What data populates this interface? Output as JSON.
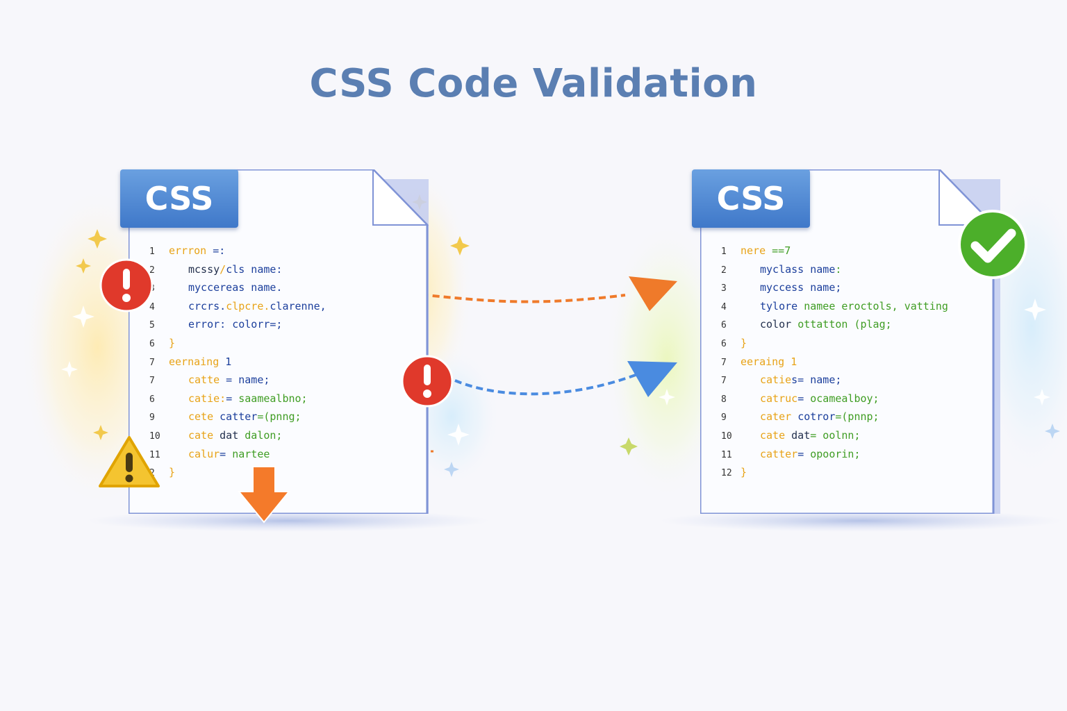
{
  "title": "CSS Code Validation",
  "colors": {
    "title": "#5b7fb2",
    "badge": "#4a84d0",
    "error": "#e0392b",
    "warning": "#f4c430",
    "success": "#4caf2a",
    "arrow_error": "#ef7a2a",
    "arrow_fix": "#4a8be0"
  },
  "before": {
    "badge": "CSS",
    "lines": [
      {
        "n": "1",
        "indent": 0,
        "segs": [
          {
            "t": "errron ",
            "c": "orange"
          },
          {
            "t": "=:",
            "c": "blue"
          }
        ]
      },
      {
        "n": "2",
        "indent": 1,
        "segs": [
          {
            "t": "mcssy",
            "c": "dark"
          },
          {
            "t": "/",
            "c": "orange"
          },
          {
            "t": "cls name:",
            "c": "blue"
          }
        ]
      },
      {
        "n": "3",
        "indent": 1,
        "segs": [
          {
            "t": "myccereas name.",
            "c": "blue"
          }
        ]
      },
      {
        "n": "4",
        "indent": 1,
        "segs": [
          {
            "t": "crcrs.",
            "c": "blue"
          },
          {
            "t": "clpcre.",
            "c": "orange"
          },
          {
            "t": "clarenne,",
            "c": "blue"
          }
        ]
      },
      {
        "n": "5",
        "indent": 1,
        "segs": [
          {
            "t": "error: ",
            "c": "blue"
          },
          {
            "t": "colorr=;",
            "c": "blue"
          }
        ]
      },
      {
        "n": "6",
        "indent": 0,
        "segs": [
          {
            "t": "}",
            "c": "orange"
          }
        ]
      },
      {
        "n": "7",
        "indent": 0,
        "segs": [
          {
            "t": "eernaing ",
            "c": "orange"
          },
          {
            "t": "1",
            "c": "blue"
          }
        ]
      },
      {
        "n": "7",
        "indent": 1,
        "segs": [
          {
            "t": "catte",
            "c": "orange"
          },
          {
            "t": " = ",
            "c": "blue"
          },
          {
            "t": "name;",
            "c": "blue"
          }
        ]
      },
      {
        "n": "6",
        "indent": 1,
        "segs": [
          {
            "t": "catie:",
            "c": "orange"
          },
          {
            "t": "= ",
            "c": "blue"
          },
          {
            "t": "saamealbno;",
            "c": "green"
          }
        ]
      },
      {
        "n": "9",
        "indent": 1,
        "segs": [
          {
            "t": "cete ",
            "c": "orange"
          },
          {
            "t": "catter",
            "c": "blue"
          },
          {
            "t": "=(pnng;",
            "c": "green"
          }
        ]
      },
      {
        "n": "10",
        "indent": 1,
        "segs": [
          {
            "t": "cate ",
            "c": "orange"
          },
          {
            "t": "dat ",
            "c": "dark"
          },
          {
            "t": "dalon;",
            "c": "green"
          }
        ]
      },
      {
        "n": "11",
        "indent": 1,
        "segs": [
          {
            "t": "calur",
            "c": "orange"
          },
          {
            "t": "= ",
            "c": "blue"
          },
          {
            "t": "nartee",
            "c": "green"
          }
        ]
      },
      {
        "n": "2",
        "indent": 0,
        "segs": [
          {
            "t": "}",
            "c": "orange"
          }
        ]
      }
    ]
  },
  "after": {
    "badge": "CSS",
    "lines": [
      {
        "n": "1",
        "indent": 0,
        "segs": [
          {
            "t": "nere ",
            "c": "orange"
          },
          {
            "t": "==7",
            "c": "green"
          }
        ]
      },
      {
        "n": "2",
        "indent": 1,
        "segs": [
          {
            "t": "myclass ",
            "c": "blue"
          },
          {
            "t": "name",
            "c": "blue"
          },
          {
            "t": ":",
            "c": "green"
          }
        ]
      },
      {
        "n": "3",
        "indent": 1,
        "segs": [
          {
            "t": "myccess name;",
            "c": "blue"
          }
        ]
      },
      {
        "n": "4",
        "indent": 1,
        "segs": [
          {
            "t": "tylore ",
            "c": "blue"
          },
          {
            "t": "namee eroctols, vatting",
            "c": "green"
          }
        ]
      },
      {
        "n": "6",
        "indent": 1,
        "segs": [
          {
            "t": "color ",
            "c": "dark"
          },
          {
            "t": "ottatton (plag;",
            "c": "green"
          }
        ]
      },
      {
        "n": "6",
        "indent": 0,
        "segs": [
          {
            "t": "}",
            "c": "orange"
          }
        ]
      },
      {
        "n": "7",
        "indent": 0,
        "segs": [
          {
            "t": "eeraing ",
            "c": "orange"
          },
          {
            "t": "1",
            "c": "orange"
          }
        ]
      },
      {
        "n": "7",
        "indent": 1,
        "segs": [
          {
            "t": "catie",
            "c": "orange"
          },
          {
            "t": "s= ",
            "c": "blue"
          },
          {
            "t": "name;",
            "c": "blue"
          }
        ]
      },
      {
        "n": "8",
        "indent": 1,
        "segs": [
          {
            "t": "catruc",
            "c": "orange"
          },
          {
            "t": "= ",
            "c": "blue"
          },
          {
            "t": "ocamealboy;",
            "c": "green"
          }
        ]
      },
      {
        "n": "9",
        "indent": 1,
        "segs": [
          {
            "t": "cater ",
            "c": "orange"
          },
          {
            "t": "cotror",
            "c": "blue"
          },
          {
            "t": "=(pnnp;",
            "c": "green"
          }
        ]
      },
      {
        "n": "10",
        "indent": 1,
        "segs": [
          {
            "t": "cate ",
            "c": "orange"
          },
          {
            "t": "dat",
            "c": "dark"
          },
          {
            "t": "= oolnn;",
            "c": "green"
          }
        ]
      },
      {
        "n": "11",
        "indent": 1,
        "segs": [
          {
            "t": "catter",
            "c": "orange"
          },
          {
            "t": "= ",
            "c": "blue"
          },
          {
            "t": "opoorin;",
            "c": "green"
          }
        ]
      },
      {
        "n": "12",
        "indent": 0,
        "segs": [
          {
            "t": "}",
            "c": "orange"
          }
        ]
      }
    ]
  },
  "icons": {
    "error_markers": [
      "error-icon",
      "error-icon"
    ],
    "warning_marker": "warning-icon",
    "download_arrow": "down-arrow-icon",
    "success_marker": "checkmark-icon"
  }
}
